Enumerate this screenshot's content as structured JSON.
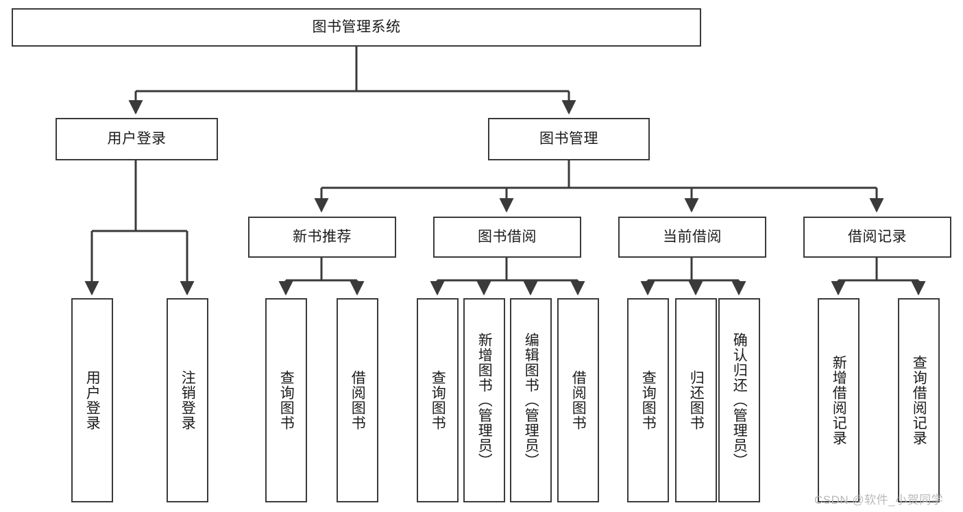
{
  "diagram": {
    "type": "tree-hierarchy",
    "title": "图书管理系统",
    "orientation": "top-down",
    "colors": {
      "box_border": "#3a3a3a",
      "box_fill": "#ffffff",
      "edge": "#3a3a3a",
      "text": "#1b1b1b",
      "watermark": "#b9b9b9"
    },
    "levels": [
      {
        "level": 1,
        "nodes": [
          {
            "id": "root",
            "label": "图书管理系统",
            "orientation": "horizontal"
          }
        ]
      },
      {
        "level": 2,
        "nodes": [
          {
            "id": "login",
            "label": "用户登录",
            "orientation": "horizontal",
            "parent": "root"
          },
          {
            "id": "bookmgmt",
            "label": "图书管理",
            "orientation": "horizontal",
            "parent": "root"
          }
        ]
      },
      {
        "level": 3,
        "nodes": [
          {
            "id": "newbook",
            "label": "新书推荐",
            "orientation": "horizontal",
            "parent": "bookmgmt"
          },
          {
            "id": "borrow",
            "label": "图书借阅",
            "orientation": "horizontal",
            "parent": "bookmgmt"
          },
          {
            "id": "current",
            "label": "当前借阅",
            "orientation": "horizontal",
            "parent": "bookmgmt"
          },
          {
            "id": "records",
            "label": "借阅记录",
            "orientation": "horizontal",
            "parent": "bookmgmt"
          }
        ]
      },
      {
        "level": 4,
        "nodes": [
          {
            "id": "leaf1",
            "label": "用户登录",
            "orientation": "vertical",
            "parent": "login"
          },
          {
            "id": "leaf2",
            "label": "注销登录",
            "orientation": "vertical",
            "parent": "login"
          },
          {
            "id": "leaf3",
            "label": "查询图书",
            "orientation": "vertical",
            "parent": "newbook"
          },
          {
            "id": "leaf4",
            "label": "借阅图书",
            "orientation": "vertical",
            "parent": "newbook"
          },
          {
            "id": "leaf5",
            "label": "查询图书",
            "orientation": "vertical",
            "parent": "borrow"
          },
          {
            "id": "leaf6",
            "label": "新增图书（管理员）",
            "orientation": "vertical",
            "parent": "borrow"
          },
          {
            "id": "leaf7",
            "label": "编辑图书（管理员）",
            "orientation": "vertical",
            "parent": "borrow"
          },
          {
            "id": "leaf8",
            "label": "借阅图书",
            "orientation": "vertical",
            "parent": "borrow"
          },
          {
            "id": "leaf9",
            "label": "查询图书",
            "orientation": "vertical",
            "parent": "current"
          },
          {
            "id": "leaf10",
            "label": "归还图书",
            "orientation": "vertical",
            "parent": "current"
          },
          {
            "id": "leaf11",
            "label": "确认归还（管理员）",
            "orientation": "vertical",
            "parent": "current"
          },
          {
            "id": "leaf12",
            "label": "新增借阅记录",
            "orientation": "vertical",
            "parent": "records"
          },
          {
            "id": "leaf13",
            "label": "查询借阅记录",
            "orientation": "vertical",
            "parent": "records"
          }
        ]
      }
    ]
  },
  "watermark": {
    "text": "CSDN @软件_小贺同学"
  }
}
